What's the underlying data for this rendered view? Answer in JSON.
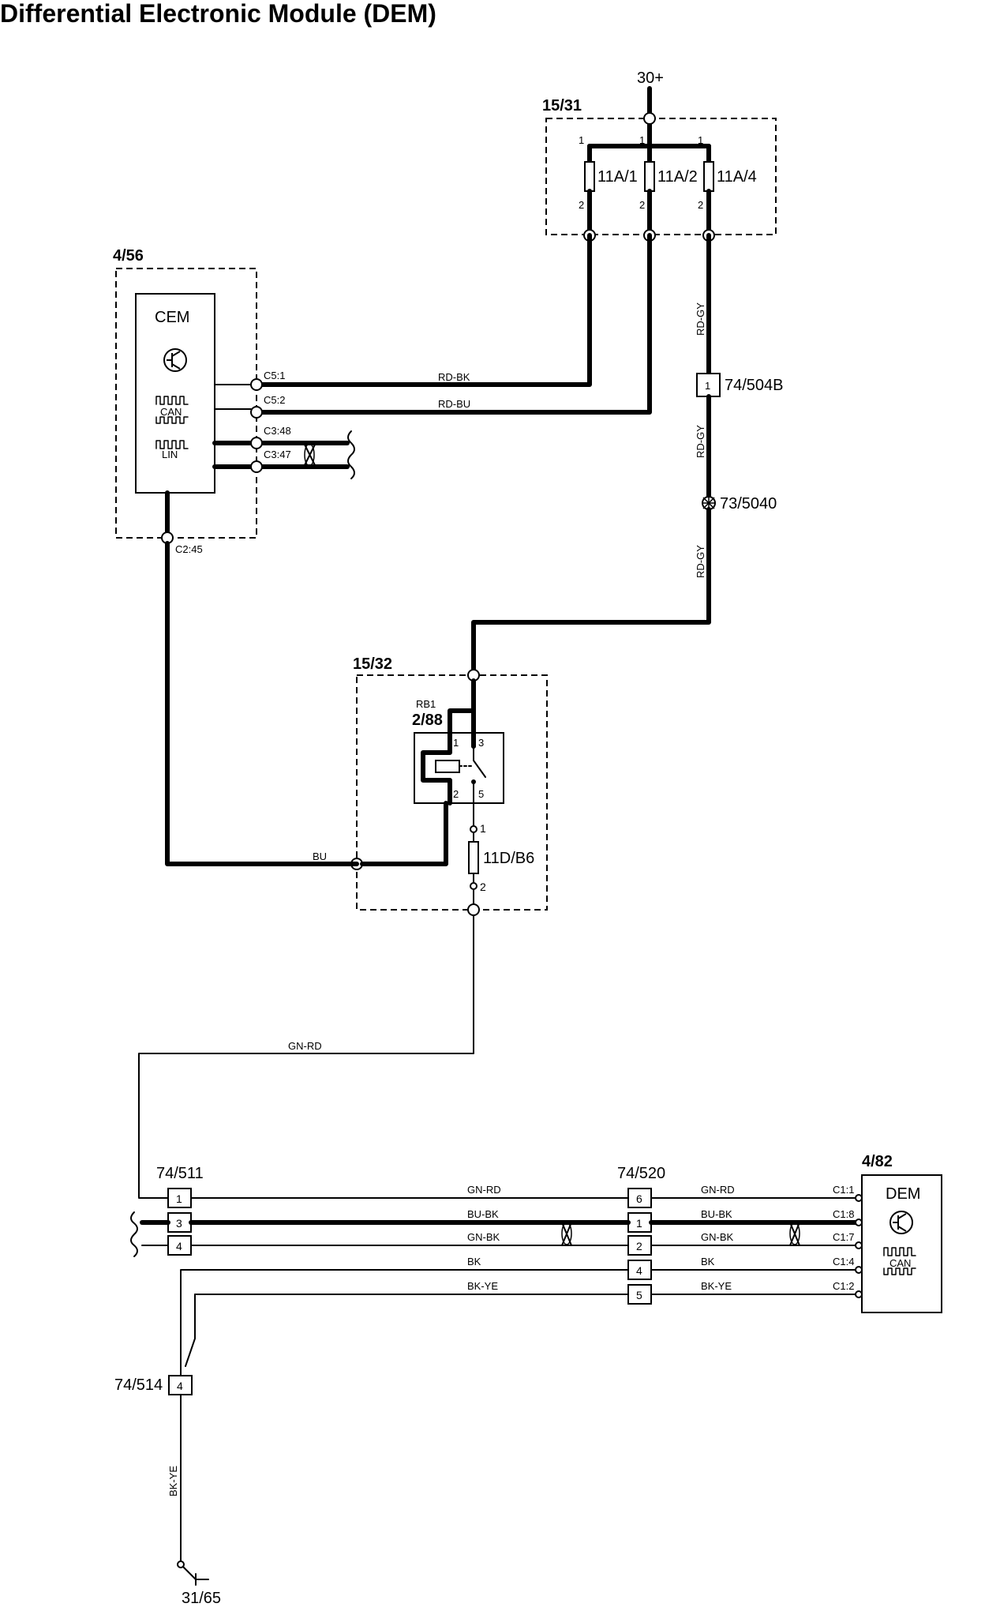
{
  "title": "Differential Electronic Module (DEM)",
  "supply": {
    "label": "30+",
    "ground": "31/65"
  },
  "fuse_box": {
    "id": "15/31",
    "fuses": [
      {
        "name": "11A/1",
        "pin_in": "1",
        "pin_out": "2"
      },
      {
        "name": "11A/2",
        "pin_in": "1",
        "pin_out": "2"
      },
      {
        "name": "11A/4",
        "pin_in": "1",
        "pin_out": "2"
      }
    ]
  },
  "cem": {
    "id": "4/56",
    "name": "CEM",
    "bus1": "CAN",
    "bus2": "LIN",
    "pins": [
      "C5:1",
      "C5:2",
      "C3:48",
      "C3:47",
      "C2:45"
    ]
  },
  "relay_box": {
    "id": "15/32",
    "relay": "RB1",
    "relay_id": "2/88",
    "relay_pins": [
      "1",
      "3",
      "2",
      "5"
    ],
    "fuse": {
      "name": "11D/B6",
      "pin_in": "1",
      "pin_out": "2"
    }
  },
  "connectors": {
    "c504b": {
      "id": "74/504B",
      "pin": "1"
    },
    "splice": {
      "id": "73/5040"
    },
    "c511": {
      "id": "74/511",
      "pins": [
        "1",
        "3",
        "4"
      ]
    },
    "c520": {
      "id": "74/520",
      "pins": [
        "6",
        "1",
        "2",
        "4",
        "5"
      ]
    },
    "c514": {
      "id": "74/514",
      "pin": "4"
    }
  },
  "dem": {
    "id": "4/82",
    "name": "DEM",
    "bus": "CAN",
    "pins": [
      "C1:1",
      "C1:8",
      "C1:7",
      "C1:4",
      "C1:2"
    ]
  },
  "wires": {
    "rd_bk": "RD-BK",
    "rd_bu": "RD-BU",
    "rd_gy_1": "RD-GY",
    "rd_gy_2": "RD-GY",
    "rd_gy_3": "RD-GY",
    "bu": "BU",
    "gn_rd_vert": "GN-RD",
    "gn_rd_1": "GN-RD",
    "gn_rd_2": "GN-RD",
    "bu_bk_1": "BU-BK",
    "bu_bk_2": "BU-BK",
    "gn_bk_1": "GN-BK",
    "gn_bk_2": "GN-BK",
    "bk_1": "BK",
    "bk_2": "BK",
    "bk_ye_1": "BK-YE",
    "bk_ye_2": "BK-YE",
    "bk_ye_vert": "BK-YE"
  }
}
